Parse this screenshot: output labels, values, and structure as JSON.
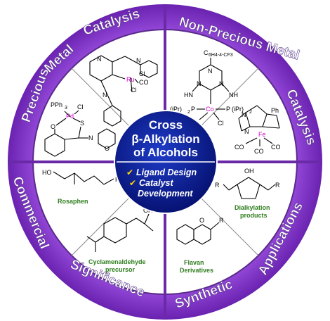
{
  "ring_labels": {
    "precious_1": "Precious",
    "precious_2": "Metal",
    "precious_3": "Catalysis",
    "nonprecious": "Non-Precious Metal",
    "catalysis_right": "Catalysis",
    "commercial": "Commercial",
    "significance": "Significance",
    "synthetic": "Synthetic",
    "applications": "Applications"
  },
  "center": {
    "line1": "Cross",
    "line2": "β-Alkylation",
    "line3": "of Alcohols",
    "item1": "Ligand Design",
    "item2": "Catalyst",
    "item3": "Development",
    "check": "✔"
  },
  "structures": {
    "ru": {
      "metal": "Ru",
      "cl1": "Cl",
      "co": "CO",
      "cl2": "Cl",
      "n": "N"
    },
    "pd": {
      "pph3": "PPh",
      "sub3": "3",
      "metal": "Pd",
      "cl": "Cl",
      "s": "S",
      "o": "O",
      "n": "N"
    },
    "co_complex": {
      "aryl": "C",
      "aryl_full": "6H4-4-CF3",
      "metal": "Co",
      "hn1": "HN",
      "nh": "NH",
      "p_left": "(iPr)",
      "p_right": "(iPr)",
      "sub2": "2",
      "p": "P",
      "cl1": "Cl",
      "cl2": "Cl",
      "n": "N"
    },
    "fe": {
      "metal": "Fe",
      "ph": "Ph",
      "co1": "CO",
      "co2": "CO",
      "co3": "CO",
      "n": "N"
    },
    "rosaphen": {
      "ho": "HO",
      "ph": "Ph"
    },
    "cyclamen": {
      "oh": "OH"
    },
    "flavan": {
      "o": "O",
      "r": "R"
    },
    "dialkyl": {
      "oh": "OH",
      "r1": "R",
      "r2": "R"
    }
  },
  "labels": {
    "rosaphen": "Rosaphen",
    "cyclamen_1": "Cyclamenaldehyde",
    "cyclamen_2": "precursor",
    "flavan_1": "Flavan",
    "flavan_2": "Derivatives",
    "dialkyl_1": "Dialkylation",
    "dialkyl_2": "products"
  },
  "colors": {
    "ring": "#8a3fd1",
    "center": "#0a1a8a",
    "label_green": "#2e7d1e",
    "check": "#ffd700",
    "metal": "#cc00cc"
  }
}
